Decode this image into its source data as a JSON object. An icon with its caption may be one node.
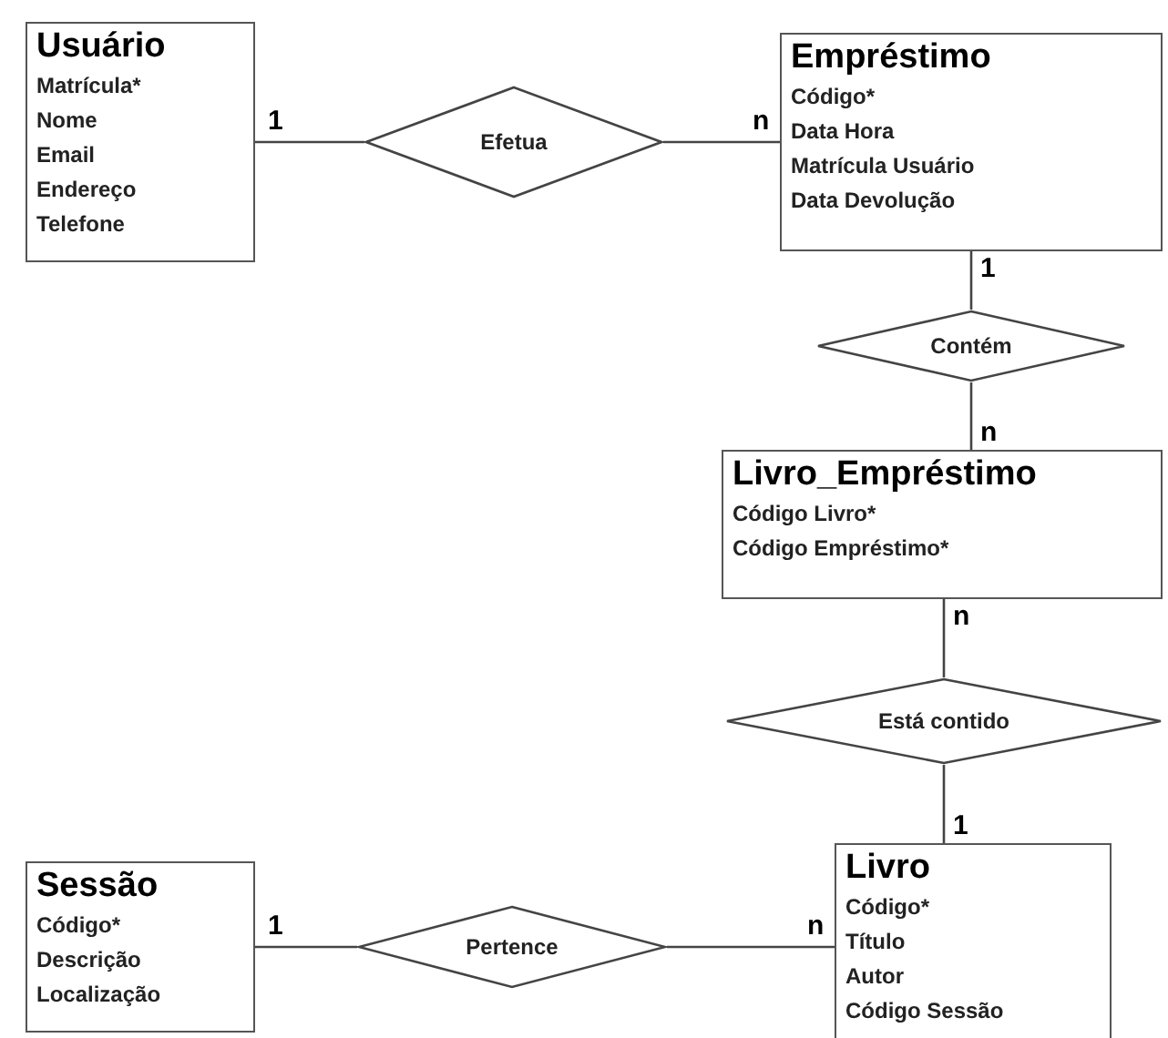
{
  "diagram": {
    "nodes": [
      {
        "text": [
          "Usuário",
          "Matrícula*",
          "Nome",
          "Email",
          "Endereço",
          "Telefone"
        ]
      },
      {
        "text": [
          "Efetua"
        ]
      },
      {
        "text": [
          "Empréstimo",
          "Código*",
          "Data Hora",
          "Matrícula Usuário",
          "Data Devolução"
        ]
      },
      {
        "text": [
          "Contém"
        ]
      },
      {
        "text": [
          "Livro_Empréstimo",
          "Código Livro*",
          "Código Empréstimo*"
        ]
      },
      {
        "text": [
          "Está contido"
        ]
      },
      {
        "text": [
          "Sessão",
          "Código*",
          "Descrição",
          "Localização"
        ]
      },
      {
        "text": [
          "Pertence"
        ]
      },
      {
        "text": [
          "Livro",
          "Código*",
          "Título",
          "Autor",
          "Código Sessão"
        ]
      }
    ],
    "edges": [
      {
        "from": 0,
        "to": 1,
        "arrow": "none",
        "label": "1"
      },
      {
        "from": 1,
        "to": 2,
        "arrow": "none",
        "label": "n"
      },
      {
        "from": 2,
        "to": 3,
        "arrow": "none",
        "label": "1"
      },
      {
        "from": 3,
        "to": 4,
        "arrow": "none",
        "label": "n"
      },
      {
        "from": 4,
        "to": 5,
        "arrow": "none",
        "label": "n"
      },
      {
        "from": 5,
        "to": 8,
        "arrow": "none",
        "label": "1"
      },
      {
        "from": 6,
        "to": 7,
        "arrow": "none",
        "label": "1"
      },
      {
        "from": 7,
        "to": 8,
        "arrow": "none",
        "label": "n"
      }
    ]
  }
}
